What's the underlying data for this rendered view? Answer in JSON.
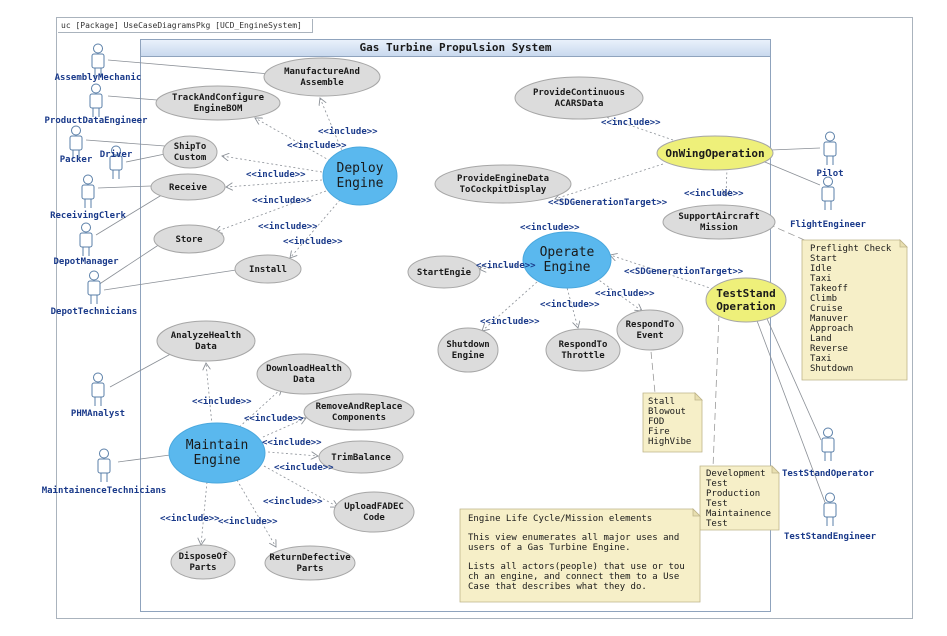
{
  "tab_label": "uc [Package] UseCaseDiagramsPkg [UCD_EngineSystem]",
  "system_title": "Gas Turbine Propulsion System",
  "actors": {
    "assembly_mechanic": "AssemblyMechanic",
    "product_data_engineer": "ProductDataEngineer",
    "packer": "Packer",
    "driver": "Driver",
    "receiving_clerk": "ReceivingClerk",
    "depot_manager": "DepotManager",
    "depot_technicians": "DepotTechnicians",
    "phm_analyst": "PHMAnalyst",
    "maintainence_technicians": "MaintainenceTechnicians",
    "pilot": "Pilot",
    "flight_engineer": "FlightEngineer",
    "test_stand_operator": "TestStandOperator",
    "test_stand_engineer": "TestStandEngineer"
  },
  "use_cases": {
    "manufacture_and_assemble": [
      "ManufactureAnd",
      "Assemble"
    ],
    "track_and_configure": [
      "TrackAndConfigure",
      "EngineBOM"
    ],
    "ship_to_custom": [
      "ShipTo",
      "Custom"
    ],
    "receive": [
      "Receive"
    ],
    "store": [
      "Store"
    ],
    "install": [
      "Install"
    ],
    "deploy_engine": [
      "Deploy",
      "Engine"
    ],
    "provide_acars": [
      "ProvideContinuous",
      "ACARSData"
    ],
    "on_wing_operation": [
      "OnWingOperation"
    ],
    "provide_cockpit": [
      "ProvideEngineData",
      "ToCockpitDisplay"
    ],
    "support_aircraft": [
      "SupportAircraft",
      "Mission"
    ],
    "operate_engine": [
      "Operate",
      "Engine"
    ],
    "start_engine": [
      "StartEngie"
    ],
    "test_stand_operation": [
      "TestStand",
      "Operation"
    ],
    "shutdown_engine": [
      "Shutdown",
      "Engine"
    ],
    "respond_to_throttle": [
      "RespondTo",
      "Throttle"
    ],
    "respond_to_event": [
      "RespondTo",
      "Event"
    ],
    "analyze_health": [
      "AnalyzeHealth",
      "Data"
    ],
    "download_health": [
      "DownloadHealth",
      "Data"
    ],
    "remove_and_replace": [
      "RemoveAndReplace",
      "Components"
    ],
    "maintain_engine": [
      "Maintain",
      "Engine"
    ],
    "trim_balance": [
      "TrimBalance"
    ],
    "upload_fadec": [
      "UploadFADEC",
      "Code"
    ],
    "dispose_of_parts": [
      "DisposeOf",
      "Parts"
    ],
    "return_defective": [
      "ReturnDefective",
      "Parts"
    ]
  },
  "relations": {
    "include": "<<include>>",
    "sd_generation_target": "<<SDGenerationTarget>>"
  },
  "notes": {
    "mission_phases": [
      "Preflight Check",
      "Start",
      "Idle",
      "Taxi",
      "Takeoff",
      "Climb",
      "Cruise",
      "Manuver",
      "Approach",
      "Land",
      "Reverse",
      "Taxi",
      "Shutdown"
    ],
    "events": [
      "Stall",
      "Blowout",
      "FOD",
      "Fire",
      "HighVibe"
    ],
    "test_types": [
      "Development",
      "Test",
      "Production",
      "Test",
      "Maintainence",
      "Test"
    ],
    "summary": {
      "title": "Engine Life Cycle/Mission elements",
      "para1": [
        "This view enumerates all major uses and",
        "users of a Gas Turbine Engine."
      ],
      "para2": [
        "Lists all actors(people) that use or tou",
        "ch an engine, and connect them to a Use",
        "Case that describes what they do."
      ]
    }
  }
}
